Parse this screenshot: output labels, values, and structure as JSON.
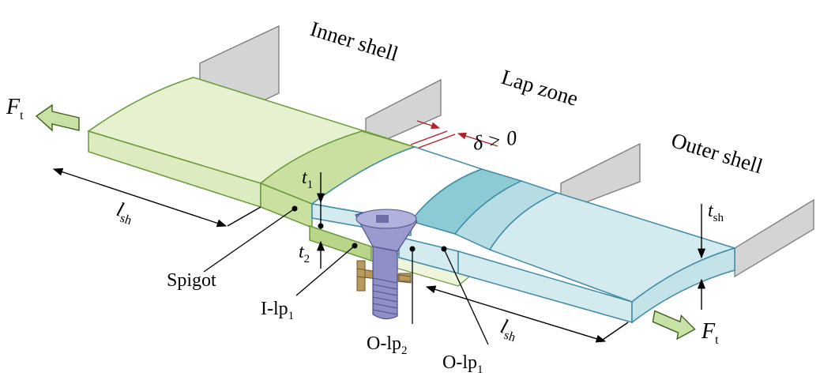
{
  "diagram": {
    "labels": {
      "inner_shell": "Inner shell",
      "lap_zone": "Lap zone",
      "outer_shell": "Outer shell",
      "spigot": "Spigot",
      "i_lp1_main": "I-lp",
      "i_lp1_sub": "1",
      "o_lp2_main": "O-lp",
      "o_lp2_sub": "2",
      "o_lp1_main": "O-lp",
      "o_lp1_sub": "1",
      "t1_main": "t",
      "t1_sub": "1",
      "t2_main": "t",
      "t2_sub": "2",
      "tsh_main": "t",
      "tsh_sub": "sh",
      "lsh_left_main": "l",
      "lsh_left_sub": "sh",
      "lsh_right_main": "l",
      "lsh_right_sub": "sh",
      "ft_left_main": "F",
      "ft_left_sub": "t",
      "ft_right_main": "F",
      "ft_right_sub": "t",
      "delta": "δ > 0"
    },
    "colors": {
      "inner_fill": "#e6f1cf",
      "inner_dark": "#c9e0a0",
      "inner_edge": "#6b9a3a",
      "outer_fill": "#d3eaee",
      "outer_dark": "#8ccbd3",
      "outer_edge": "#3f8aa8",
      "support": "#d4d4d4",
      "support_edge": "#7a7a7a",
      "delta_arrow": "#b3202a",
      "screw": "#8f8fc6",
      "nut": "#b89a5f"
    }
  }
}
